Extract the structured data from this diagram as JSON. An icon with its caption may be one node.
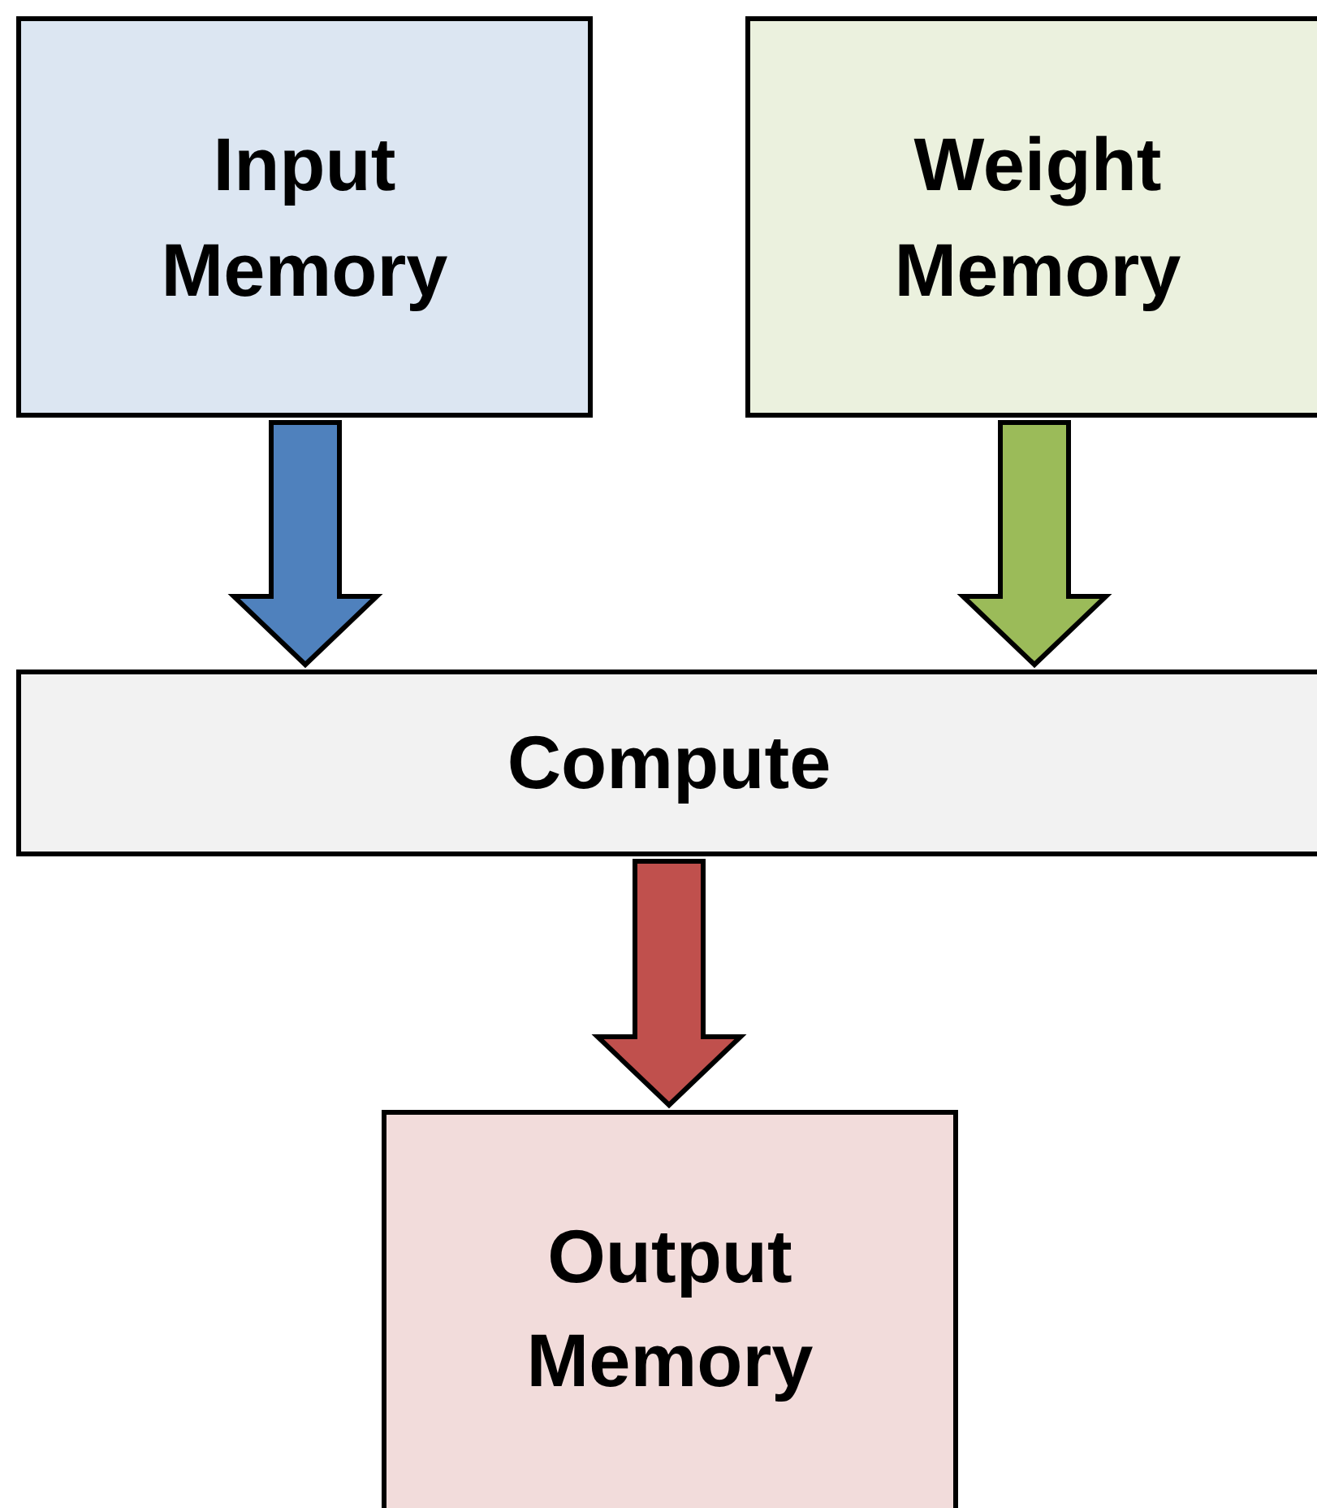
{
  "diagram": {
    "nodes": [
      {
        "text": [
          "Input Memory"
        ]
      },
      {
        "text": [
          "Weight Memory"
        ]
      },
      {
        "text": [
          "Compute"
        ]
      },
      {
        "text": [
          "Output Memory"
        ]
      }
    ],
    "edges": [
      {
        "from": 0,
        "to": 2,
        "arrow": "to",
        "color": "#4f81bd"
      },
      {
        "from": 1,
        "to": 2,
        "arrow": "to",
        "color": "#9bbb59"
      },
      {
        "from": 2,
        "to": 3,
        "arrow": "to",
        "color": "#c0504d"
      }
    ]
  }
}
